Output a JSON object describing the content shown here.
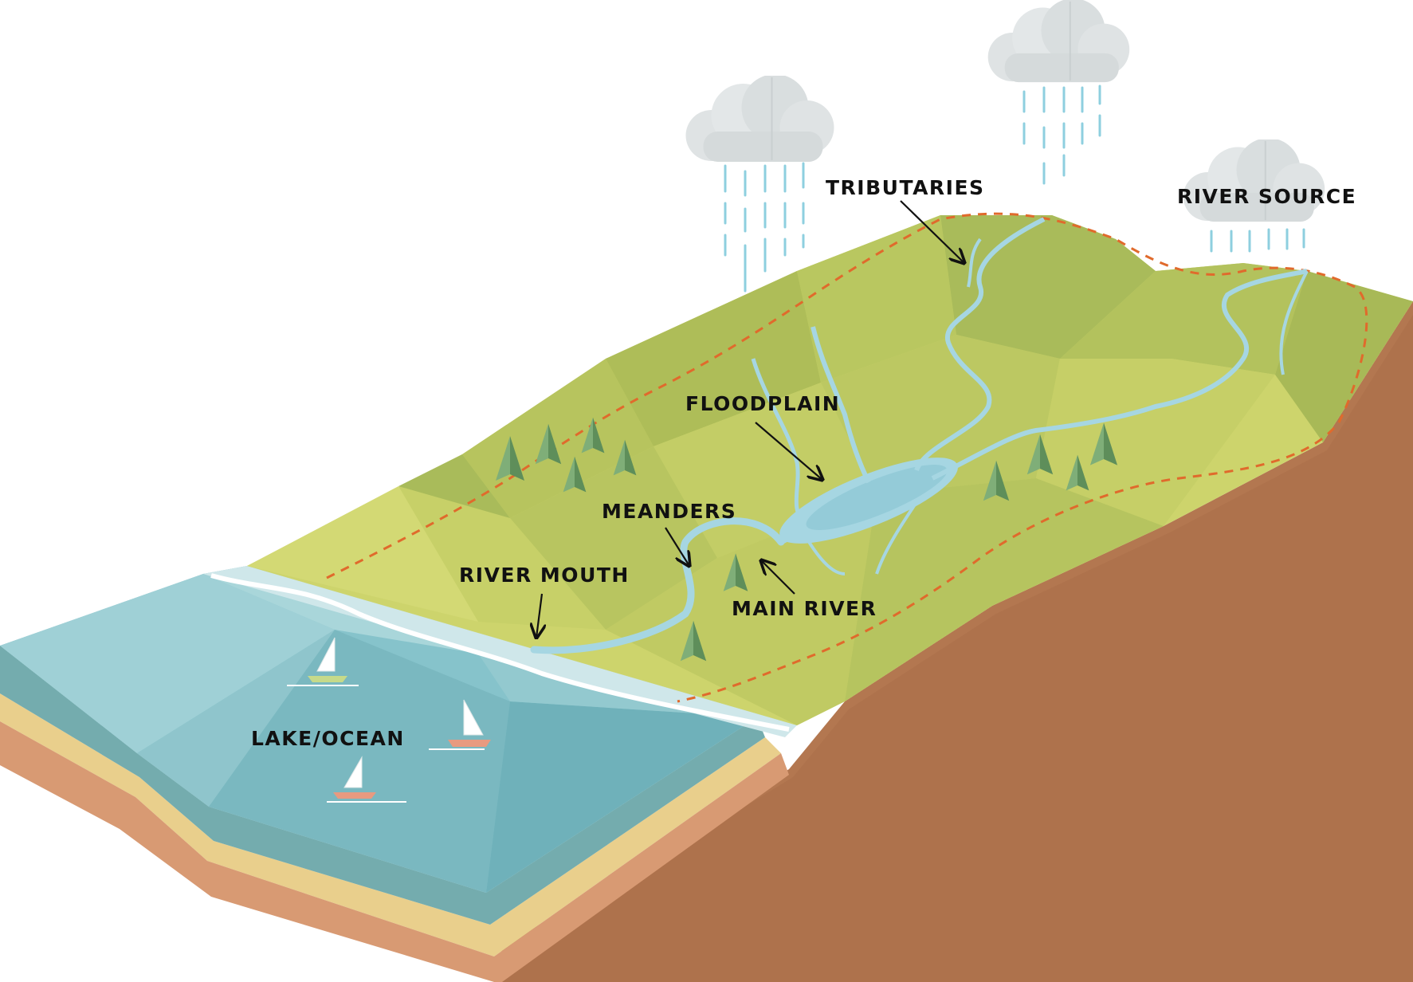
{
  "diagram": {
    "labels": {
      "tributaries": "TRIBUTARIES",
      "river_source": "RIVER SOURCE",
      "floodplain": "FLOODPLAIN",
      "meanders": "MEANDERS",
      "river_mouth": "RIVER MOUTH",
      "main_river": "MAIN RIVER",
      "lake_ocean": "LAKE/OCEAN"
    },
    "colors": {
      "land_light": "#cdd46c",
      "land_dark": "#a9bb5a",
      "water": "#86c3cb",
      "river": "#a6d6e2",
      "soil_side": "#b37750",
      "sand": "#e9cf8c",
      "watershed_line": "#e06a2c",
      "tree": "#6c9e67",
      "cloud": "#d9dedf",
      "rain": "#8ecfdf"
    },
    "icons": {
      "tree": "tree-icon",
      "cloud": "rain-cloud-icon",
      "boat": "sailboat-icon"
    }
  }
}
